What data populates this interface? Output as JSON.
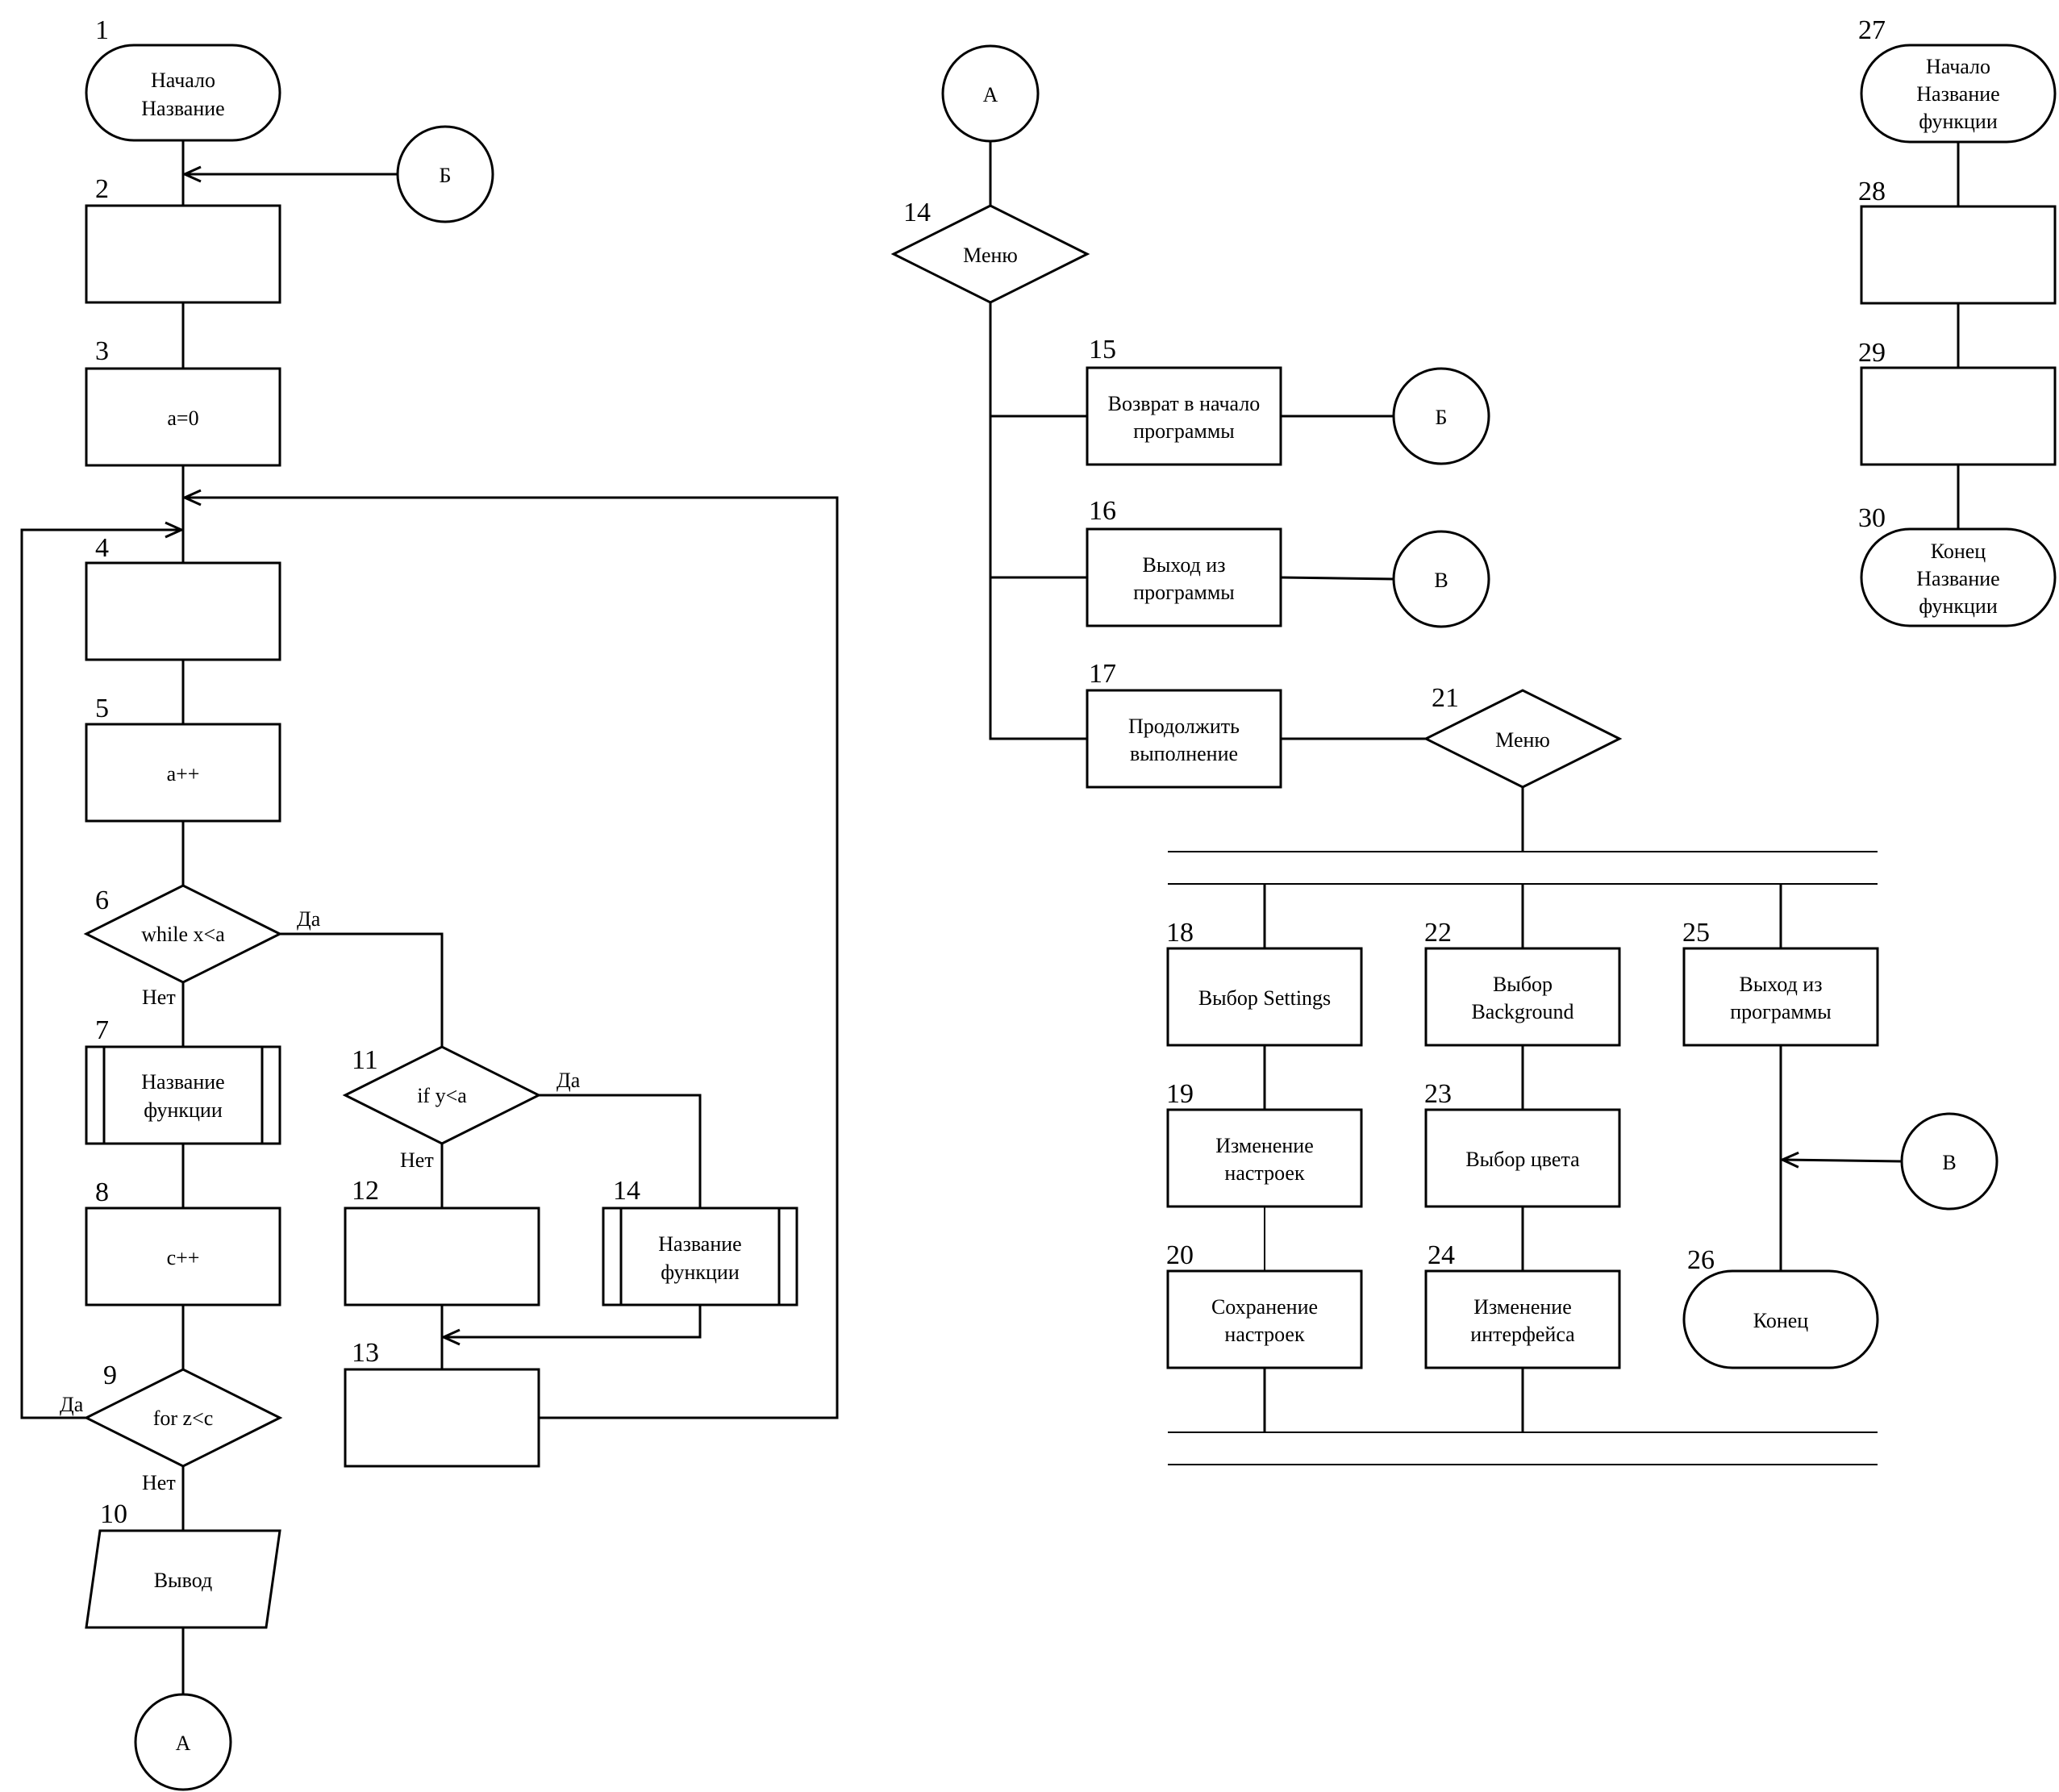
{
  "numbers": {
    "n1": "1",
    "n2": "2",
    "n3": "3",
    "n4": "4",
    "n5": "5",
    "n6": "6",
    "n7": "7",
    "n8": "8",
    "n9": "9",
    "n10": "10",
    "n11": "11",
    "n12": "12",
    "n13": "13",
    "n14a": "14",
    "n14b": "14",
    "n15": "15",
    "n16": "16",
    "n17": "17",
    "n18": "18",
    "n19": "19",
    "n20": "20",
    "n21": "21",
    "n22": "22",
    "n23": "23",
    "n24": "24",
    "n25": "25",
    "n26": "26",
    "n27": "27",
    "n28": "28",
    "n29": "29",
    "n30": "30"
  },
  "main": {
    "start_line1": "Начало",
    "start_line2": "Название",
    "block3": "a=0",
    "block5": "a++",
    "while": "while x<a",
    "func7_line1": "Название",
    "func7_line2": "функции",
    "block8": "c++",
    "for": "for z<c",
    "output": "Вывод",
    "if": "if y<a",
    "func14_line1": "Название",
    "func14_line2": "функции"
  },
  "edges": {
    "yes_while": "Да",
    "no_while": "Нет",
    "yes_if": "Да",
    "no_if": "Нет",
    "yes_for": "Да",
    "no_for": "Нет"
  },
  "connectors": {
    "A_bottom": "А",
    "B_top": "Б",
    "A_top": "А",
    "B_right": "Б",
    "V_right": "В",
    "V_lower": "В"
  },
  "menu": {
    "menu14": "Меню",
    "b15_line1": "Возврат в начало",
    "b15_line2": "программы",
    "b16_line1": "Выход из",
    "b16_line2": "программы",
    "b17_line1": "Продолжить",
    "b17_line2": "выполнение",
    "menu21": "Меню",
    "b18": "Выбор Settings",
    "b19_line1": "Изменение",
    "b19_line2": "настроек",
    "b20_line1": "Сохранение",
    "b20_line2": "настроек",
    "b22_line1": "Выбор",
    "b22_line2": "Background",
    "b23": "Выбор цвета",
    "b24_line1": "Изменение",
    "b24_line2": "интерфейса",
    "b25_line1": "Выход из",
    "b25_line2": "программы",
    "end26": "Конец"
  },
  "func": {
    "start_line1": "Начало",
    "start_line2": "Название",
    "start_line3": "функции",
    "end_line1": "Конец",
    "end_line2": "Название",
    "end_line3": "функции"
  }
}
